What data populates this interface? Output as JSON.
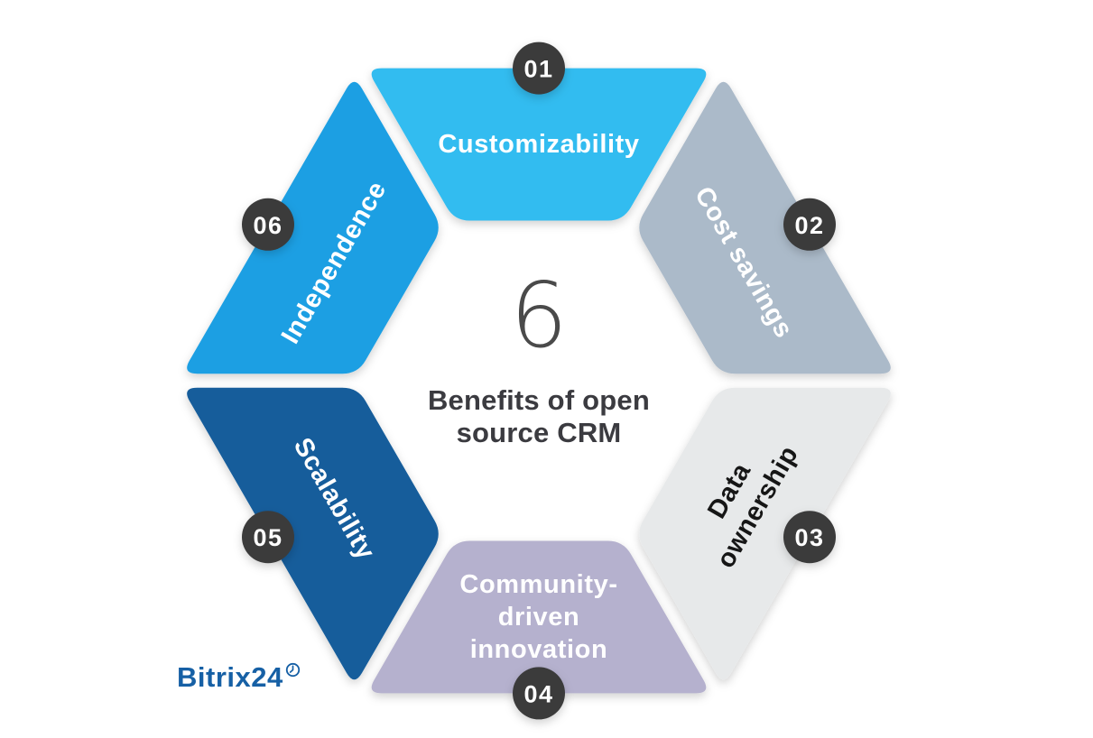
{
  "center": {
    "number": "6",
    "title": "Benefits of open source CRM",
    "number_color": "#4a4a4a",
    "title_color": "#3b3b40"
  },
  "brand": {
    "name": "Bitrix24",
    "color": "#1660a5",
    "icon": "clock-icon"
  },
  "badges": {
    "fill": "#3b3b3b",
    "text_color": "#ffffff"
  },
  "segments": [
    {
      "id": "customizability",
      "badge": "01",
      "label_lines": [
        "Customizability"
      ],
      "color": "#31bcf0",
      "text_color": "#ffffff",
      "position": "top",
      "rotation": 0
    },
    {
      "id": "cost-savings",
      "badge": "02",
      "label_lines": [
        "Cost savings"
      ],
      "color": "#abbac9",
      "text_color": "#ffffff",
      "position": "top-right",
      "rotation": 60
    },
    {
      "id": "data-ownership",
      "badge": "03",
      "label_lines": [
        "Data",
        "ownership"
      ],
      "color": "#e7e9ea",
      "text_color": "#161616",
      "position": "bottom-right",
      "rotation": -60
    },
    {
      "id": "community-driven-innovation",
      "badge": "04",
      "label_lines": [
        "Community-",
        "driven",
        "innovation"
      ],
      "color": "#b5b1ce",
      "text_color": "#ffffff",
      "position": "bottom",
      "rotation": 0
    },
    {
      "id": "scalability",
      "badge": "05",
      "label_lines": [
        "Scalability"
      ],
      "color": "#145d9b",
      "text_color": "#ffffff",
      "position": "bottom-left",
      "rotation": 60
    },
    {
      "id": "independence",
      "badge": "06",
      "label_lines": [
        "Independence"
      ],
      "color": "#1b9fe3",
      "text_color": "#ffffff",
      "position": "top-left",
      "rotation": -60
    }
  ]
}
